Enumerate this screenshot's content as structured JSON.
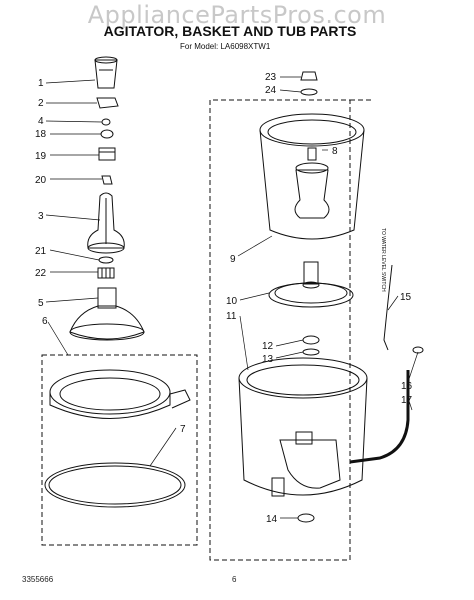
{
  "watermark": "AppliancePartsPros.com",
  "title": "AGITATOR, BASKET AND TUB PARTS",
  "subtitle": "For Model: LA6098XTW1",
  "note_water_level": "TO WATER LEVEL SWITCH",
  "footer": {
    "doc_number": "3355666",
    "page_number": "6"
  },
  "callouts": {
    "c1": "1",
    "c2": "2",
    "c4": "4",
    "c18": "18",
    "c19": "19",
    "c20": "20",
    "c3": "3",
    "c21": "21",
    "c22": "22",
    "c5": "5",
    "c6": "6",
    "c7": "7",
    "c23": "23",
    "c24": "24",
    "c8": "8",
    "c9": "9",
    "c10": "10",
    "c11": "11",
    "c12": "12",
    "c13": "13",
    "c14": "14",
    "c15": "15",
    "c16": "16",
    "c17": "17"
  }
}
